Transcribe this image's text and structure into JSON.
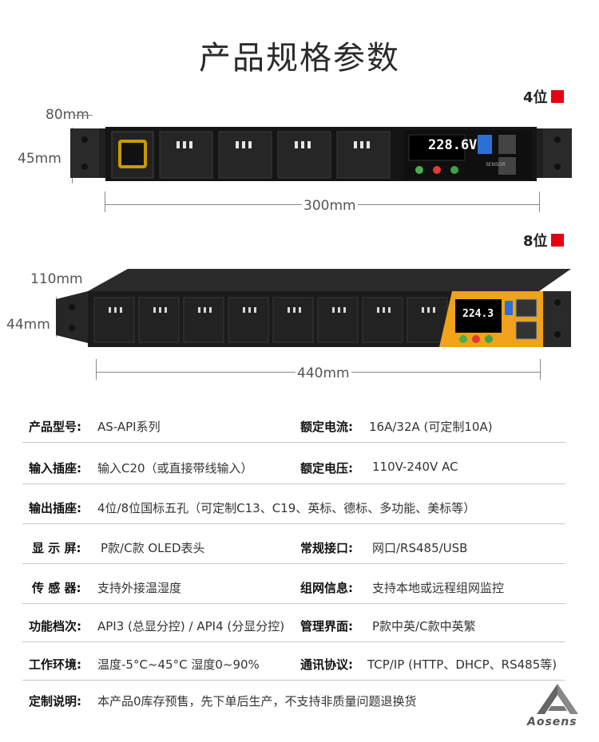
{
  "page_title": "产品规格参数",
  "variant_4": "4位",
  "variant_8": "8位",
  "unit4": {
    "depth": "80mm",
    "height": "45mm",
    "width": "300mm",
    "display_reading": "228.6V",
    "sensor_label": "SENSOR"
  },
  "unit8": {
    "depth": "110mm",
    "height": "44mm",
    "width": "440mm",
    "display_reading": "224.3"
  },
  "specs": [
    {
      "label": "产品型号:",
      "value": "AS-API系列",
      "label2": "额定电流:",
      "value2": "16A/32A (可定制10A)"
    },
    {
      "label": "输入插座:",
      "value": "输入C20（或直接带线输入）",
      "label2": "额定电压:",
      "value2": "110V-240V AC"
    },
    {
      "label": "输出插座:",
      "value": "4位/8位国标五孔（可定制C13、C19、英标、德标、多功能、美标等）"
    },
    {
      "label": "显 示 屏:",
      "value": "P款/C款 OLED表头",
      "label2": "常规接口:",
      "value2": "网口/RS485/USB"
    },
    {
      "label": "传 感 器:",
      "value": "支持外接温湿度",
      "label2": "组网信息:",
      "value2": "支持本地或远程组网监控"
    },
    {
      "label": "功能档次:",
      "value": "API3 (总显分控) / API4 (分显分控)",
      "label2": "管理界面:",
      "value2": "P款中英/C款中英繁"
    },
    {
      "label": "工作环境:",
      "value": "温度-5°C~45°C 湿度0~90%",
      "label2": "通讯协议:",
      "value2": "TCP/IP (HTTP、DHCP、RS485等)"
    },
    {
      "label": "定制说明:",
      "value": "本产品0库存预售，先下单后生产，不支持非质量问题退换货"
    }
  ],
  "logo_text": "Aosens",
  "colors": {
    "accent_red": "#e50012",
    "chassis": "#1c1c1c",
    "panel_yellow": "#f0a21a"
  }
}
